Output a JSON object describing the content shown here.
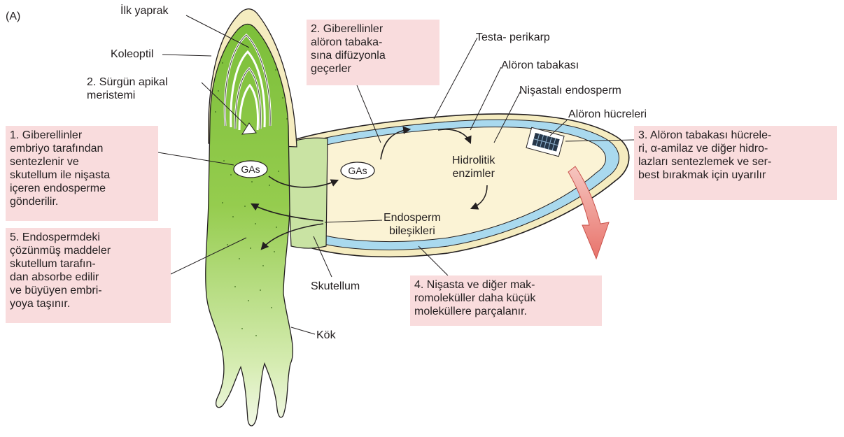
{
  "panel_label": "(A)",
  "labels": {
    "first_leaf": "İlk yaprak",
    "coleoptile": "Koleoptil",
    "shoot_apical_meristem": [
      "2. Sürgün apikal",
      "meristemi"
    ],
    "testa": "Testa- perikarp",
    "aleurone_layer": "Alöron tabakası",
    "starchy_endosperm": "Nişastalı endosperm",
    "aleurone_cells": "Alöron hücreleri",
    "hydrolytic_enzymes": [
      "Hidrolitik",
      "enzimler"
    ],
    "endosperm_compounds": [
      "Endosperm",
      "bileşikleri"
    ],
    "scutellum": "Skutellum",
    "root": "Kök",
    "gas_embryo": "GAs",
    "gas_endosperm": "GAs"
  },
  "steps": {
    "step1": [
      "1. Giberellinler",
      "embriyo tarafından",
      "sentezlenir ve",
      "skutellum ile nişasta",
      "içeren endosperme",
      "gönderilir."
    ],
    "step2": [
      "2. Giberellinler",
      "alöron tabaka-",
      "sına difüzyonla",
      "geçerler"
    ],
    "step3": [
      "3. Alöron tabakası hücrele-",
      "ri, α-amilaz ve diğer hidro-",
      "lazları sentezlemek ve ser-",
      "best bırakmak için uyarılır"
    ],
    "step4": [
      "4. Nişasta ve diğer mak-",
      "romoleküller daha küçük",
      "moleküllere parçalanır."
    ],
    "step5": [
      "5. Endospermdeki",
      "çözünmüş maddeler",
      "skutellum tarafın-",
      "dan absorbe edilir",
      "ve büyüyen embri-",
      "yoya taşınır."
    ]
  },
  "colors": {
    "callout_bg": "#f9dcdd",
    "embryo_green": "#8dc63f",
    "endosperm": "#fbf3d5",
    "aleurone": "#a9d9ee",
    "coleoptile": "#f5ecc0",
    "arrow_red": "#e8736b"
  }
}
